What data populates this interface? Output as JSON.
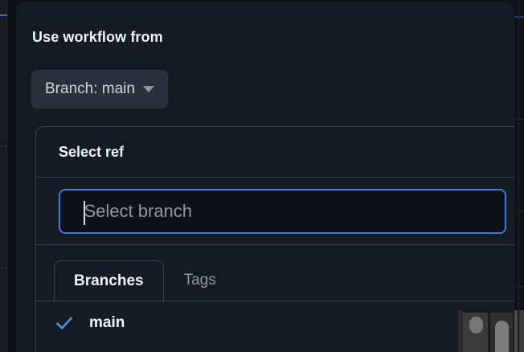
{
  "dialog": {
    "section_label": "Use workflow from"
  },
  "branch_button": {
    "label": "Branch: main",
    "caret_icon": "chevron-down-icon"
  },
  "ref_dropdown": {
    "title": "Select ref",
    "search": {
      "placeholder": "Select branch",
      "value": ""
    },
    "tabs": [
      {
        "label": "Branches",
        "active": true
      },
      {
        "label": "Tags",
        "active": false
      }
    ],
    "items": [
      {
        "label": "main",
        "selected": true,
        "check_icon": "check-icon"
      }
    ]
  },
  "colors": {
    "accent_blue": "#3f7ce8",
    "check_blue": "#4493f8",
    "panel_bg": "#151b23",
    "page_bg": "#0d1117",
    "input_bg": "#0d1117",
    "border": "#3d444d",
    "text_primary": "#f0f6fc",
    "text_muted": "#9198a1",
    "button_bg": "#2a313c"
  }
}
